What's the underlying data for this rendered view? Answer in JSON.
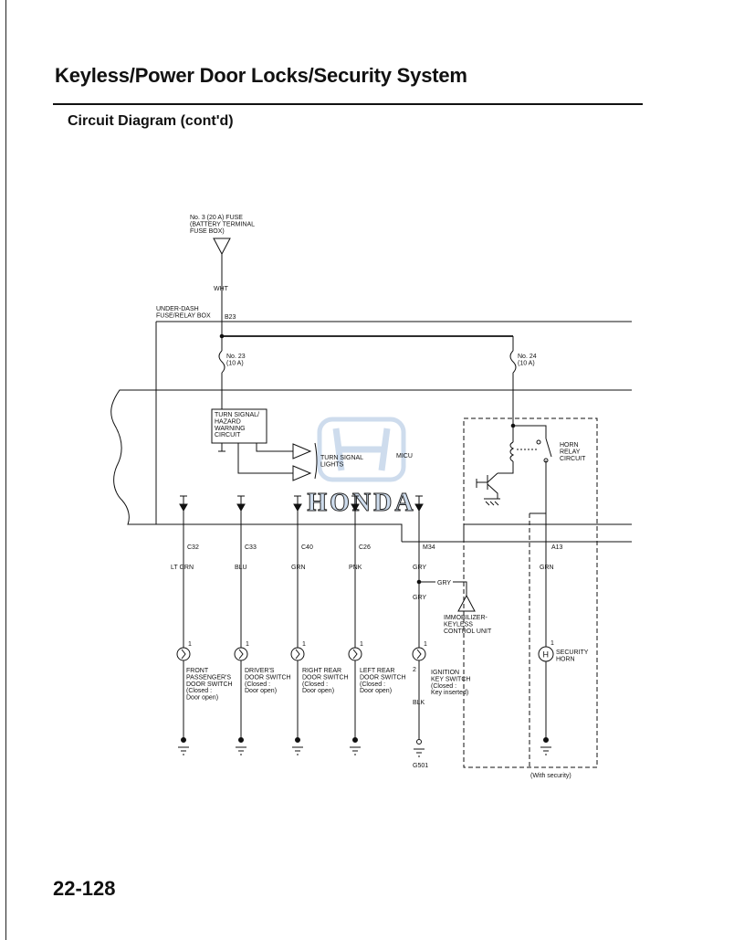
{
  "header": {
    "title": "Keyless/Power Door Locks/Security System",
    "subtitle": "Circuit Diagram (cont'd)"
  },
  "footer": {
    "page_number": "22-128"
  },
  "watermark": "HONDA",
  "diagram": {
    "fuse_box_label": "No. 3 (20 A) FUSE\n(BATTERY TERMINAL\nFUSE BOX)",
    "wire_wht": "WHT",
    "under_dash_label": "UNDER-DASH\nFUSE/RELAY BOX",
    "connector_b23": "B23",
    "fuse23": "No. 23\n(10 A)",
    "fuse24": "No. 24\n(10 A)",
    "turn_signal_circuit": "TURN SIGNAL/\nHAZARD\nWARNING\nCIRCUIT",
    "turn_signal_lights": "TURN SIGNAL\nLIGHTS",
    "micu": "MICU",
    "horn_relay": "HORN\nRELAY\nCIRCUIT",
    "connectors": [
      "C32",
      "C33",
      "C40",
      "C26",
      "M34",
      "A13"
    ],
    "wire_colors": [
      "LT GRN",
      "BLU",
      "GRN",
      "PNK",
      "GRY",
      "GRN"
    ],
    "gry_branch": "GRY",
    "gry_lower": "GRY",
    "immobilizer": "IMMOBILIZER-\nKEYLESS\nCONTROL UNIT",
    "pin1": "1",
    "pin2": "2",
    "switches": [
      "FRONT\nPASSENGER'S\nDOOR SWITCH\n(Closed :\nDoor open)",
      "DRIVER'S\nDOOR SWITCH\n(Closed :\nDoor open)",
      "RIGHT REAR\nDOOR SWITCH\n(Closed :\nDoor open)",
      "LEFT REAR\nDOOR SWITCH\n(Closed :\nDoor open)",
      "IGNITION\nKEY SWITCH\n(Closed :\nKey inserted)"
    ],
    "wire_blk": "BLK",
    "ground_g501": "G501",
    "security_horn_symbol": "H",
    "security_horn": "SECURITY\nHORN",
    "with_security": "(With security)"
  }
}
